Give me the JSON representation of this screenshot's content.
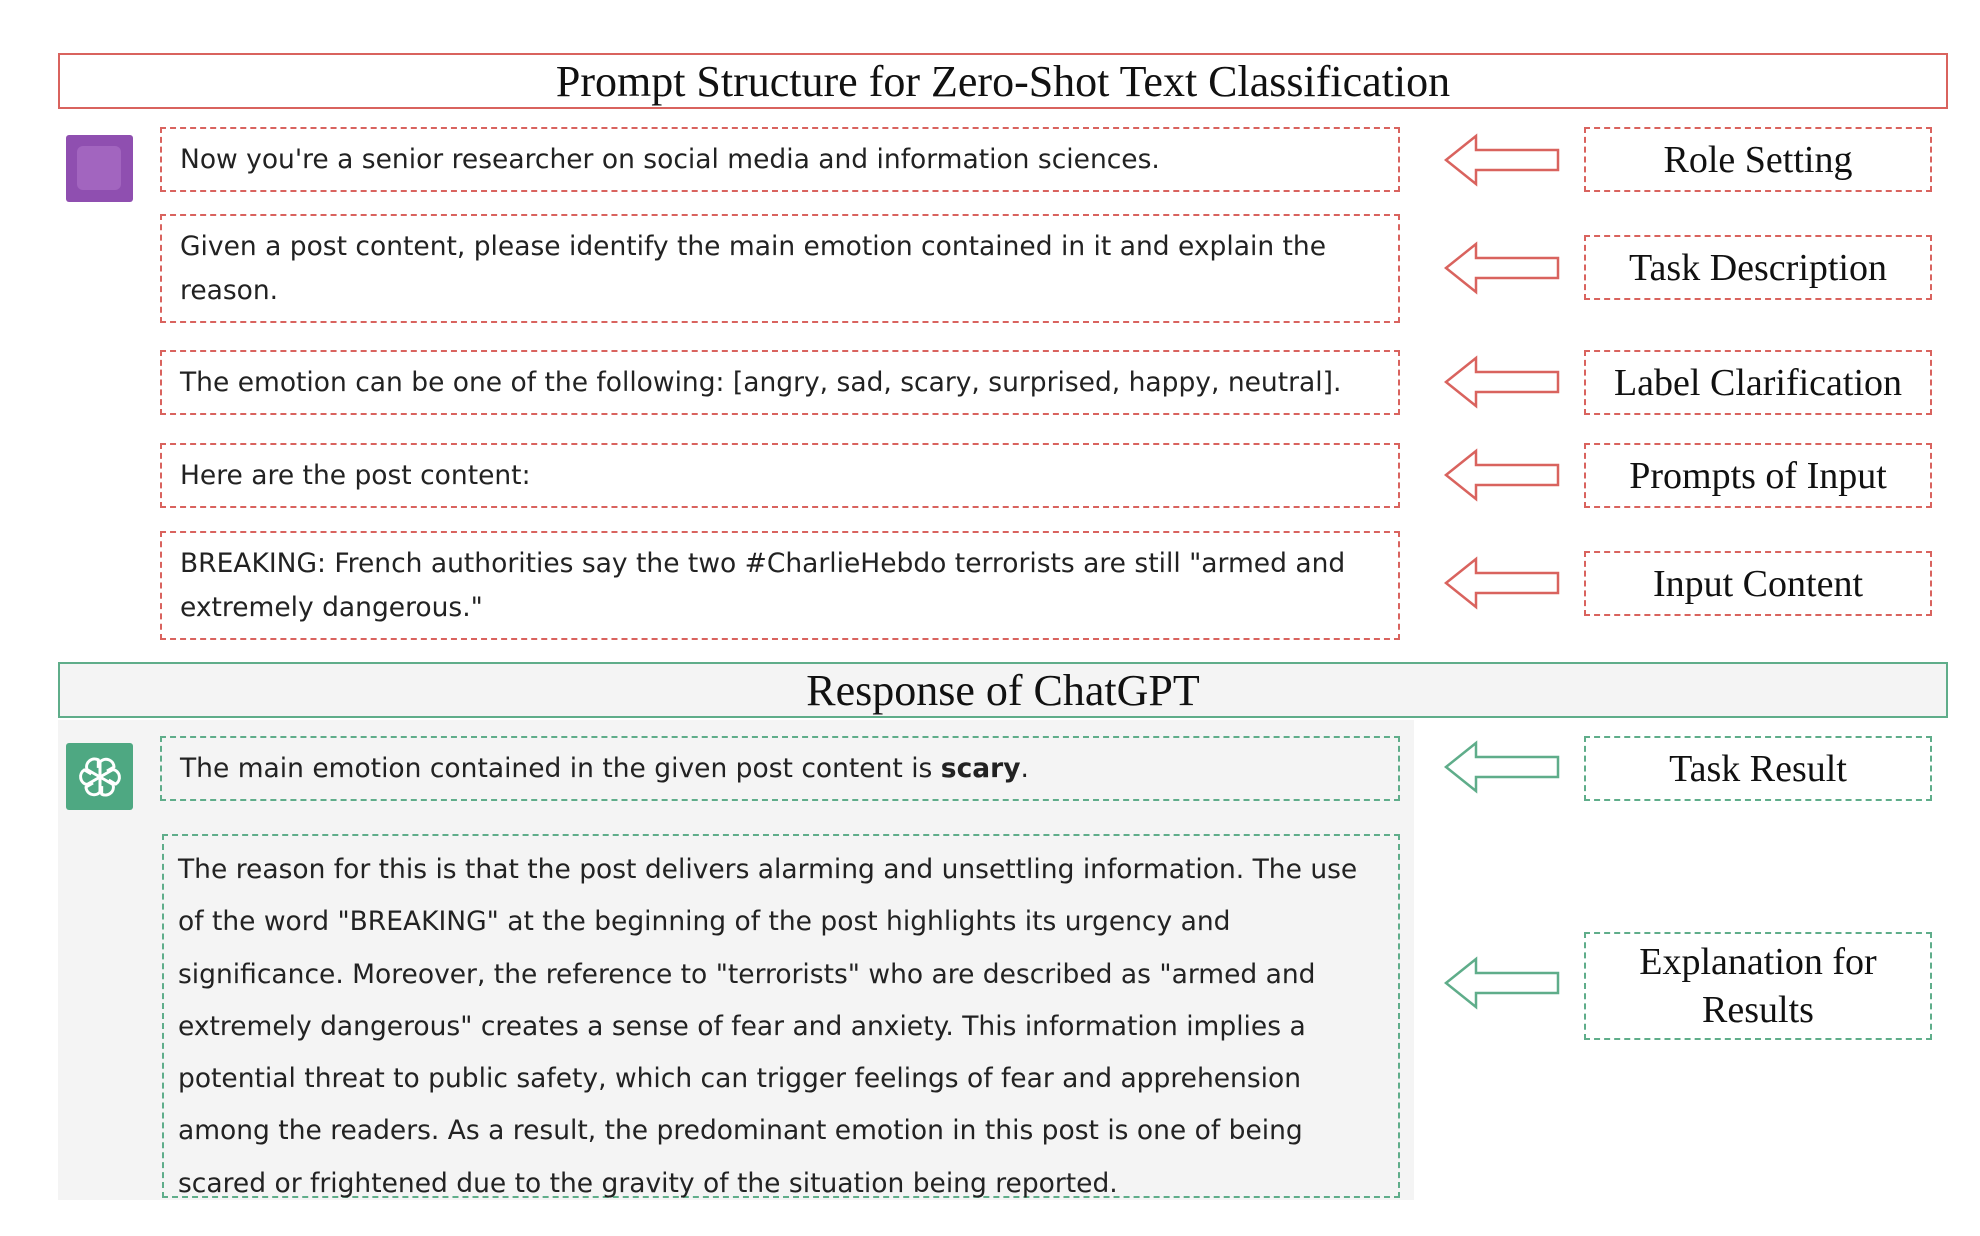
{
  "prompt_section": {
    "title": "Prompt Structure for Zero-Shot Text Classification",
    "items": [
      {
        "text": "Now you're a senior researcher on social media and information sciences.",
        "label": "Role Setting"
      },
      {
        "text": "Given a post content, please identify the main emotion contained in it and explain the reason.",
        "label": "Task Description"
      },
      {
        "text": "The emotion can be one of the following: [angry, sad, scary, surprised, happy, neutral].",
        "label": "Label Clarification"
      },
      {
        "text": "Here are the post content:",
        "label": "Prompts of Input"
      },
      {
        "text": "BREAKING: French authorities say the two #CharlieHebdo terrorists are still \"armed and extremely dangerous.\"",
        "label": "Input Content"
      }
    ]
  },
  "response_section": {
    "title": "Response of ChatGPT",
    "result": {
      "text_before": "The main emotion contained in the given post content is ",
      "emphasis": "scary",
      "text_after": ".",
      "label": "Task Result"
    },
    "explanation": {
      "text": "The reason for this is that the post delivers alarming and unsettling information. The use of the word \"BREAKING\" at the beginning of the post highlights its urgency and significance. Moreover, the reference to \"terrorists\" who are described as \"armed and extremely dangerous\" creates a sense of fear and anxiety. This information implies a potential threat to public safety, which can trigger feelings of fear and apprehension among the readers. As a result, the predominant emotion in this post is one of being scared or frightened due to the gravity of the situation being reported.",
      "label": "Explanation for Results"
    }
  },
  "icons": {
    "user_avatar": "user-avatar-icon",
    "chatgpt_logo": "chatgpt-logo-icon",
    "arrow": "left-arrow-icon"
  },
  "colors": {
    "prompt_accent": "#d9635e",
    "response_accent": "#5fad8a",
    "user_avatar": "#8f4fb0",
    "chatgpt_avatar": "#4ea882"
  }
}
